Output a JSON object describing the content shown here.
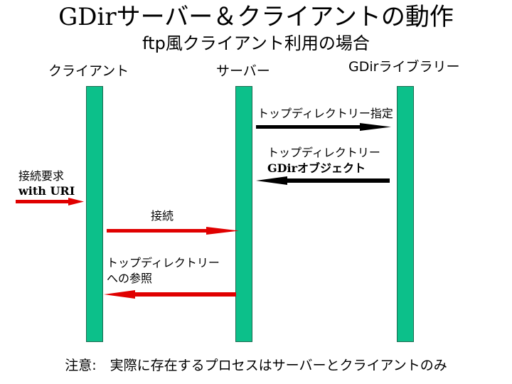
{
  "title": "GDirサーバー＆クライアントの動作",
  "subtitle": "ftp風クライアント利用の場合",
  "actors": {
    "client": "クライアント",
    "server": "サーバー",
    "library": "GDirライブラリー"
  },
  "messages": {
    "request_line1": "接続要求",
    "request_line2": "with URI",
    "connect": "接続",
    "ref_line1": "トップディレクトリー",
    "ref_line2": "への参照",
    "specify": "トップディレクトリー指定",
    "obj_line1": "トップディレクトリー",
    "obj_line2": "GDirオブジェクト"
  },
  "footer": "注意:　実際に存在するプロセスはサーバーとクライアントのみ",
  "colors": {
    "lifeline": "#0cc08a",
    "red_arrow": "#e00000",
    "black_arrow": "#000000"
  }
}
